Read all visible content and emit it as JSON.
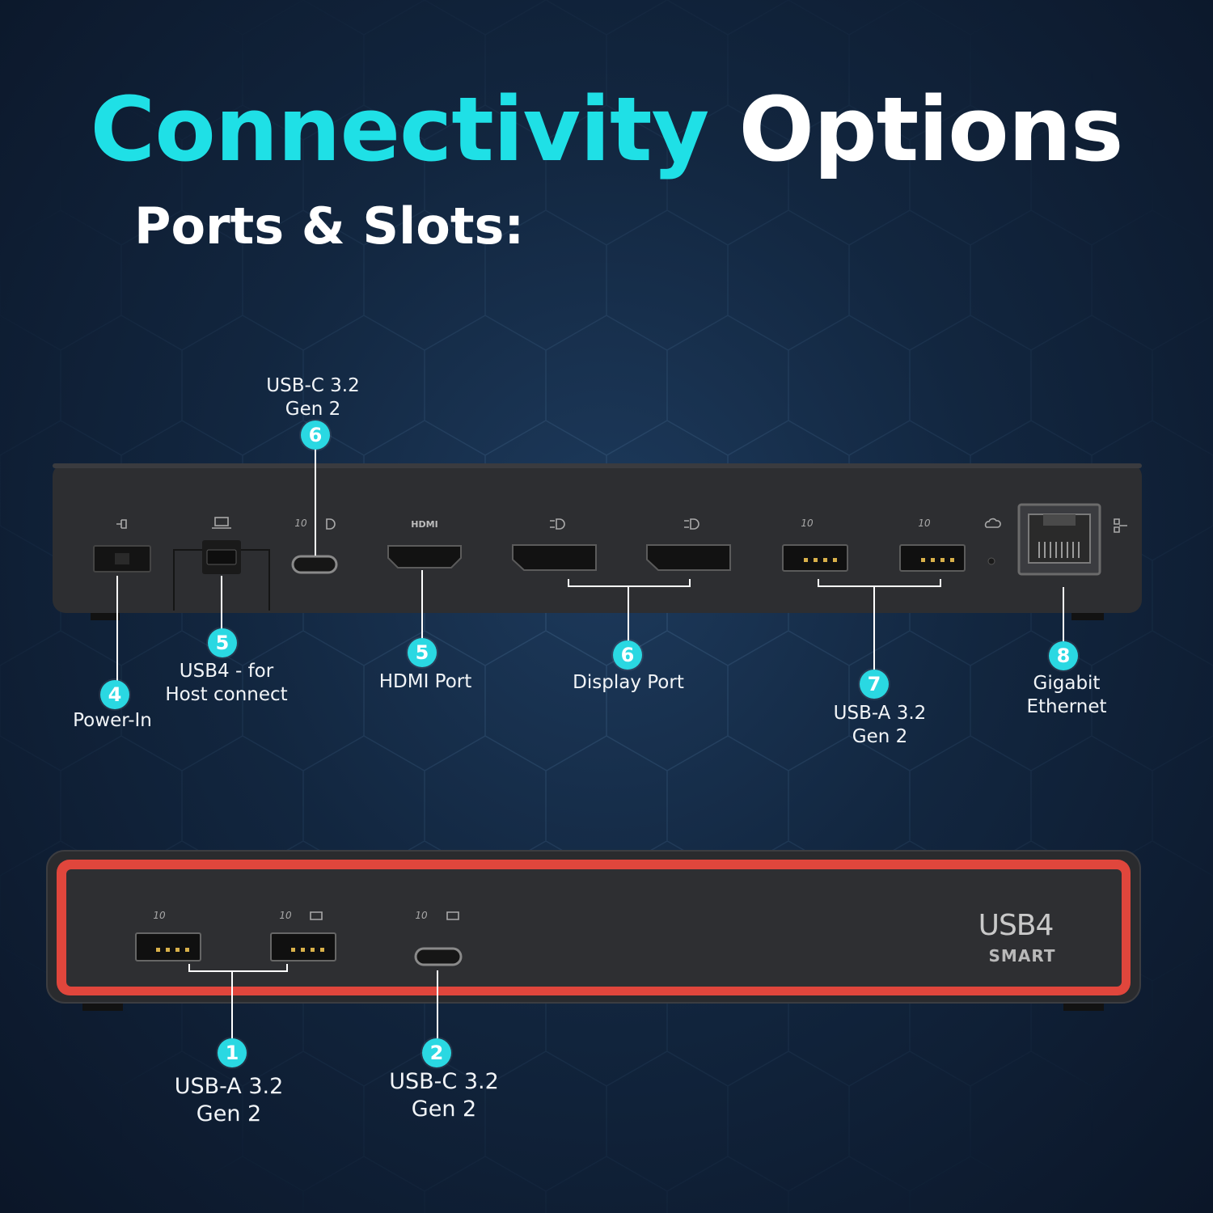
{
  "header": {
    "title_accent": "Connectivity",
    "title_rest": "Options",
    "subtitle": "Ports & Slots:"
  },
  "colors": {
    "accent": "#1fe0e6",
    "badge": "#2ad8e2",
    "front_trim": "#e0463c",
    "device_body": "#2c2d30"
  },
  "rear_panel": {
    "callouts": [
      {
        "number": "6",
        "label": "USB-C 3.2\nGen 2"
      },
      {
        "number": "4",
        "label": "Power-In"
      },
      {
        "number": "5",
        "label": "USB4 - for\nHost connect"
      },
      {
        "number": "5",
        "label": "HDMI Port"
      },
      {
        "number": "6",
        "label": "Display Port"
      },
      {
        "number": "7",
        "label": "USB-A 3.2\nGen 2"
      },
      {
        "number": "8",
        "label": "Gigabit\nEthernet"
      }
    ],
    "port_markings": {
      "hdmi": "HDMI",
      "usbc_speed": "10",
      "usba_speed_1": "10",
      "usba_speed_2": "10"
    }
  },
  "front_panel": {
    "brand": "USB4",
    "brand_sub": "SMART",
    "callouts": [
      {
        "number": "1",
        "label": "USB-A 3.2\nGen 2"
      },
      {
        "number": "2",
        "label": "USB-C 3.2\nGen 2"
      }
    ],
    "port_markings": {
      "usba_speed_1": "10",
      "usba_speed_2": "10",
      "usbc_speed": "10"
    }
  }
}
